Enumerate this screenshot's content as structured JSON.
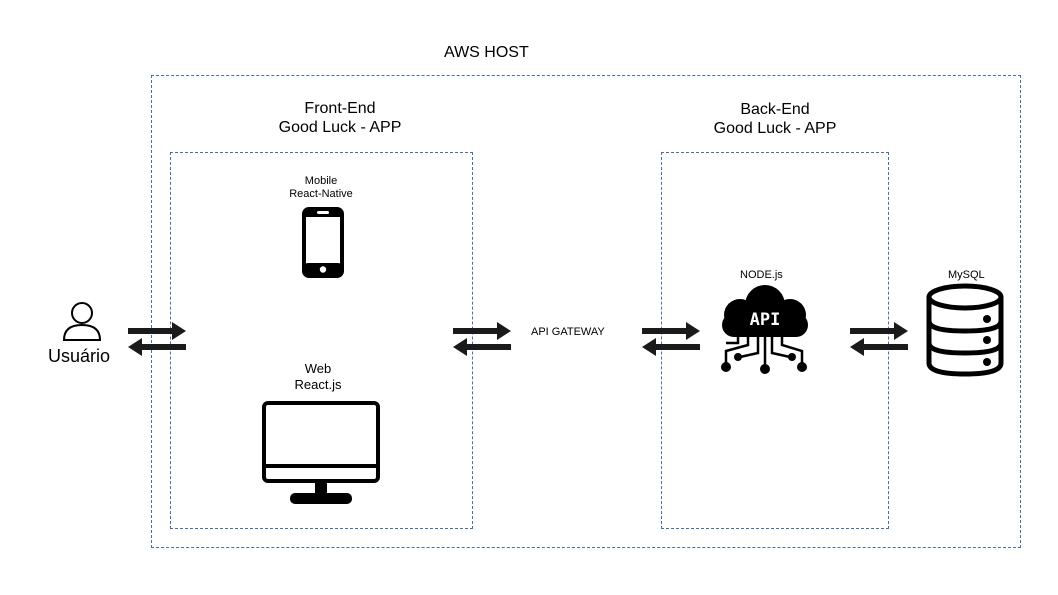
{
  "aws": {
    "title": "AWS HOST"
  },
  "frontend": {
    "title": "Front-End",
    "subtitle": "Good Luck - APP"
  },
  "backend": {
    "title": "Back-End",
    "subtitle": "Good Luck - APP"
  },
  "user": {
    "label": "Usuário",
    "icon": "user-icon"
  },
  "mobile": {
    "line1": "Mobile",
    "line2": "React-Native",
    "icon": "smartphone-icon"
  },
  "web": {
    "line1": "Web",
    "line2": "React.js",
    "icon": "monitor-icon"
  },
  "gateway": {
    "label": "API GATEWAY"
  },
  "node": {
    "label": "NODE.js",
    "badge": "API",
    "icon": "api-cloud-icon"
  },
  "mysql": {
    "label": "MySQL",
    "icon": "database-icon"
  },
  "colors": {
    "border": "#4a6fa5",
    "ink": "#000000",
    "arrow": "#1a1a1a"
  }
}
